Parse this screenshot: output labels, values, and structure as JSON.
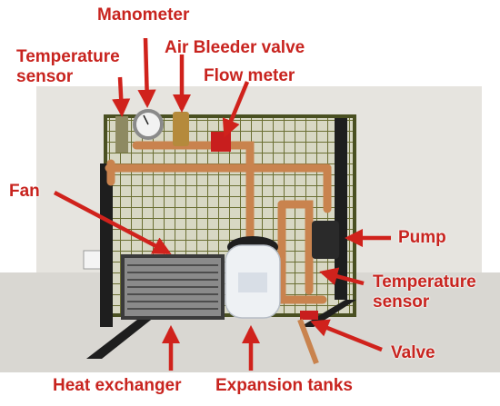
{
  "labels": {
    "manometer": "Manometer",
    "temperature_sensor_top": "Temperature\nsensor",
    "air_bleeder_valve": "Air Bleeder valve",
    "flow_meter": "Flow meter",
    "fan": "Fan",
    "pump": "Pump",
    "temperature_sensor_right": "Temperature\nsensor",
    "valve": "Valve",
    "heat_exchanger": "Heat exchanger",
    "expansion_tanks": "Expansion tanks"
  },
  "colors": {
    "label_red": "#c8241f",
    "arrow_red": "#d0221c",
    "copper": "#c9834e",
    "frame_black": "#1e1e1e",
    "grid_green": "#5e6a2c",
    "tank_white": "#eef1f4",
    "flow_meter_red": "#c81e1e"
  }
}
